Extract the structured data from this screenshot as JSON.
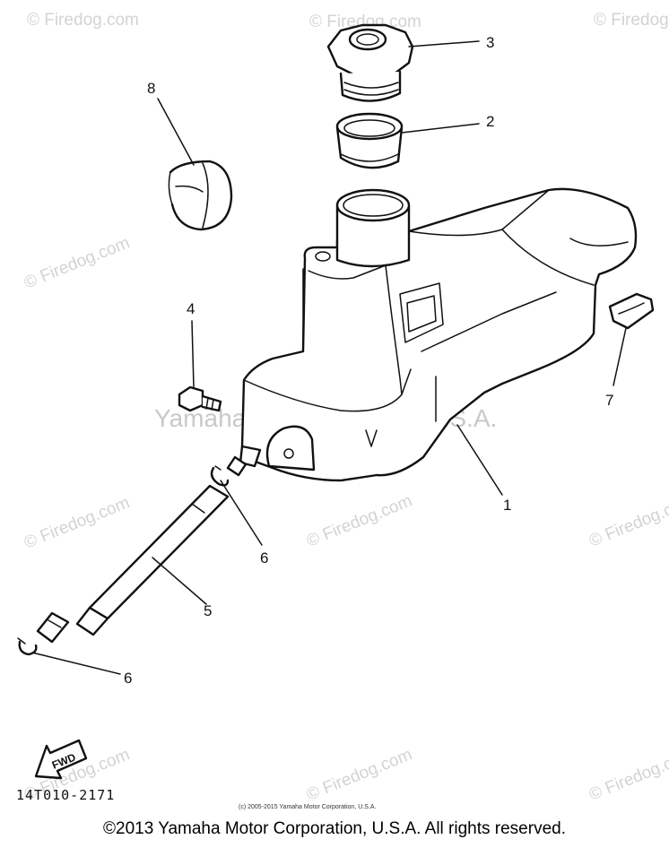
{
  "watermark": {
    "site": "© Firedog.com",
    "trademark": "Yamaha Motor Corp, ™ U.S.A."
  },
  "callouts": {
    "cap": "3",
    "ring": "2",
    "band": "8",
    "bolt": "4",
    "pad": "7",
    "tank": "1",
    "clamp_upper": "6",
    "hose": "5",
    "clamp_lower": "6"
  },
  "fwd_label": "FWD",
  "drawing_code": "14T010-2171",
  "small_copyright": "(c) 2005-2015 Yamaha Motor Corporation, U.S.A.",
  "copyright": "©2013 Yamaha Motor Corporation, U.S.A. All rights reserved."
}
